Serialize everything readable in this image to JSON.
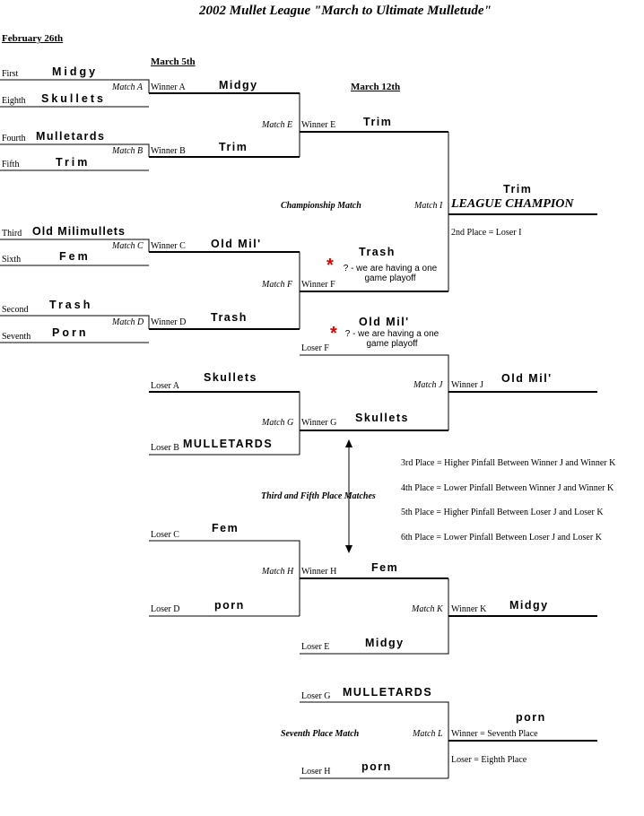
{
  "title": "2002 Mullet League \"March to Ultimate Mulletude\"",
  "dates": {
    "feb": "February 26th",
    "mar5": "March 5th",
    "mar12": "March 12th"
  },
  "seeds": [
    "First",
    "Eighth",
    "Fourth",
    "Fifth",
    "Third",
    "Sixth",
    "Second",
    "Seventh"
  ],
  "round1_teams": [
    "Midgy",
    "Skullets",
    "Mulletards",
    "Trim",
    "Old Milimullets",
    "Fem",
    "Trash",
    "Porn"
  ],
  "matches": {
    "A": "Match A",
    "B": "Match B",
    "C": "Match C",
    "D": "Match D",
    "E": "Match E",
    "F": "Match F",
    "G": "Match G",
    "H": "Match H",
    "I": "Match I",
    "J": "Match J",
    "K": "Match K",
    "L": "Match L"
  },
  "slots": {
    "winner_a": "Winner A",
    "winner_b": "Winner B",
    "winner_c": "Winner C",
    "winner_d": "Winner D",
    "winner_e": "Winner E",
    "winner_f": "Winner F",
    "winner_g": "Winner G",
    "winner_h": "Winner H",
    "winner_j": "Winner J",
    "winner_k": "Winner K",
    "loser_a": "Loser A",
    "loser_b": "Loser B",
    "loser_c": "Loser C",
    "loser_d": "Loser D",
    "loser_e": "Loser E",
    "loser_f": "Loser F",
    "loser_g": "Loser G",
    "loser_h": "Loser H"
  },
  "results": {
    "winner_a": "Midgy",
    "winner_b": "Trim",
    "winner_c": "Old Mil'",
    "winner_d": "Trash",
    "winner_e": "Trim",
    "winner_f": "Trash",
    "loser_f": "Old Mil'",
    "loser_a": "Skullets",
    "loser_b": "MULLETARDS",
    "winner_g": "Skullets",
    "winner_j": "Old Mil'",
    "loser_c": "Fem",
    "loser_d": "porn",
    "winner_h": "Fem",
    "loser_e": "Midgy",
    "winner_k": "Midgy",
    "loser_g": "MULLETARDS",
    "loser_h": "porn",
    "match_l_winner": "porn",
    "champion": "Trim"
  },
  "labels": {
    "championship_match": "Championship Match",
    "league_champion": "LEAGUE CHAMPION",
    "second_place": "2nd Place = Loser I",
    "third_fifth_matches": "Third and Fifth Place Matches",
    "seventh_match": "Seventh Place Match",
    "seventh_place": "Winner = Seventh Place",
    "eighth_place": "Loser =  Eighth Place"
  },
  "playoff_note": {
    "line1": "? - we are having a one",
    "line2": "game playoff",
    "star": "*"
  },
  "placements": [
    "3rd Place = Higher Pinfall Between Winner J and Winner K",
    "4th Place = Lower  Pinfall Between Winner J and Winner K",
    "5th Place =  Higher  Pinfall  Between Loser J and Loser K",
    "6th Place = Lower Pinfall Between Loser J and Loser K"
  ],
  "colors": {
    "star": "#e00000",
    "line": "#000000"
  }
}
